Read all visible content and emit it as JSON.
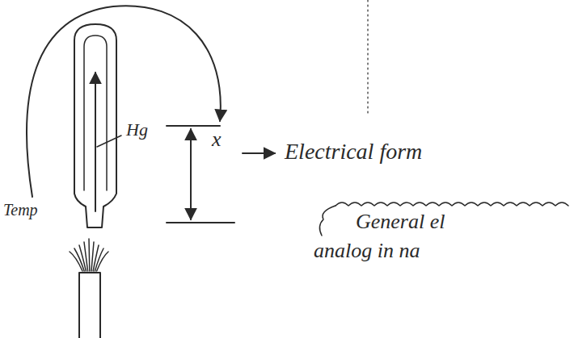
{
  "diagram": {
    "labels": [
      "Temp",
      "Hg",
      "x",
      "Electrical form",
      "General el",
      "analog in na"
    ]
  }
}
